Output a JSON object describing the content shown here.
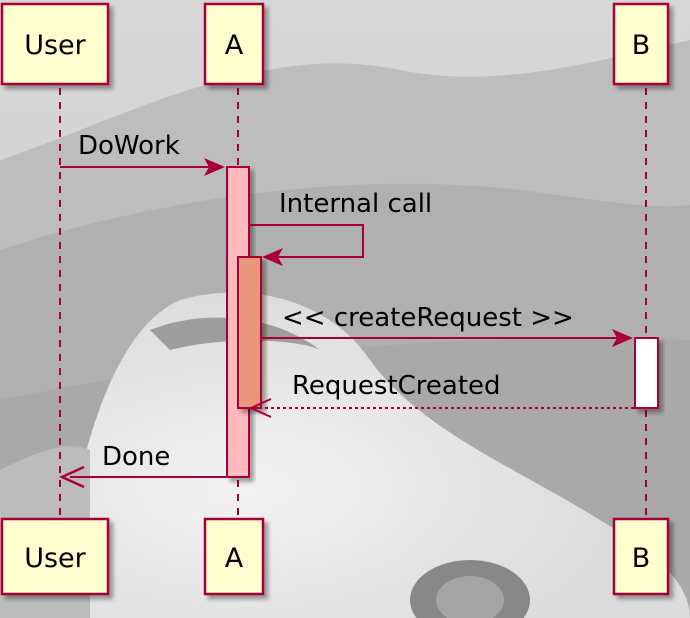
{
  "participants": {
    "user": "User",
    "a": "A",
    "b": "B"
  },
  "messages": {
    "m1": "DoWork",
    "m2": "Internal call",
    "m3": "<< createRequest >>",
    "m4": "RequestCreated",
    "m5": "Done"
  },
  "colors": {
    "border": "#a80036",
    "participant_fill": "#fefece",
    "activation_a": "#ffbbbb",
    "activation_nested": "#e9967a",
    "activation_b": "#ffffff"
  }
}
